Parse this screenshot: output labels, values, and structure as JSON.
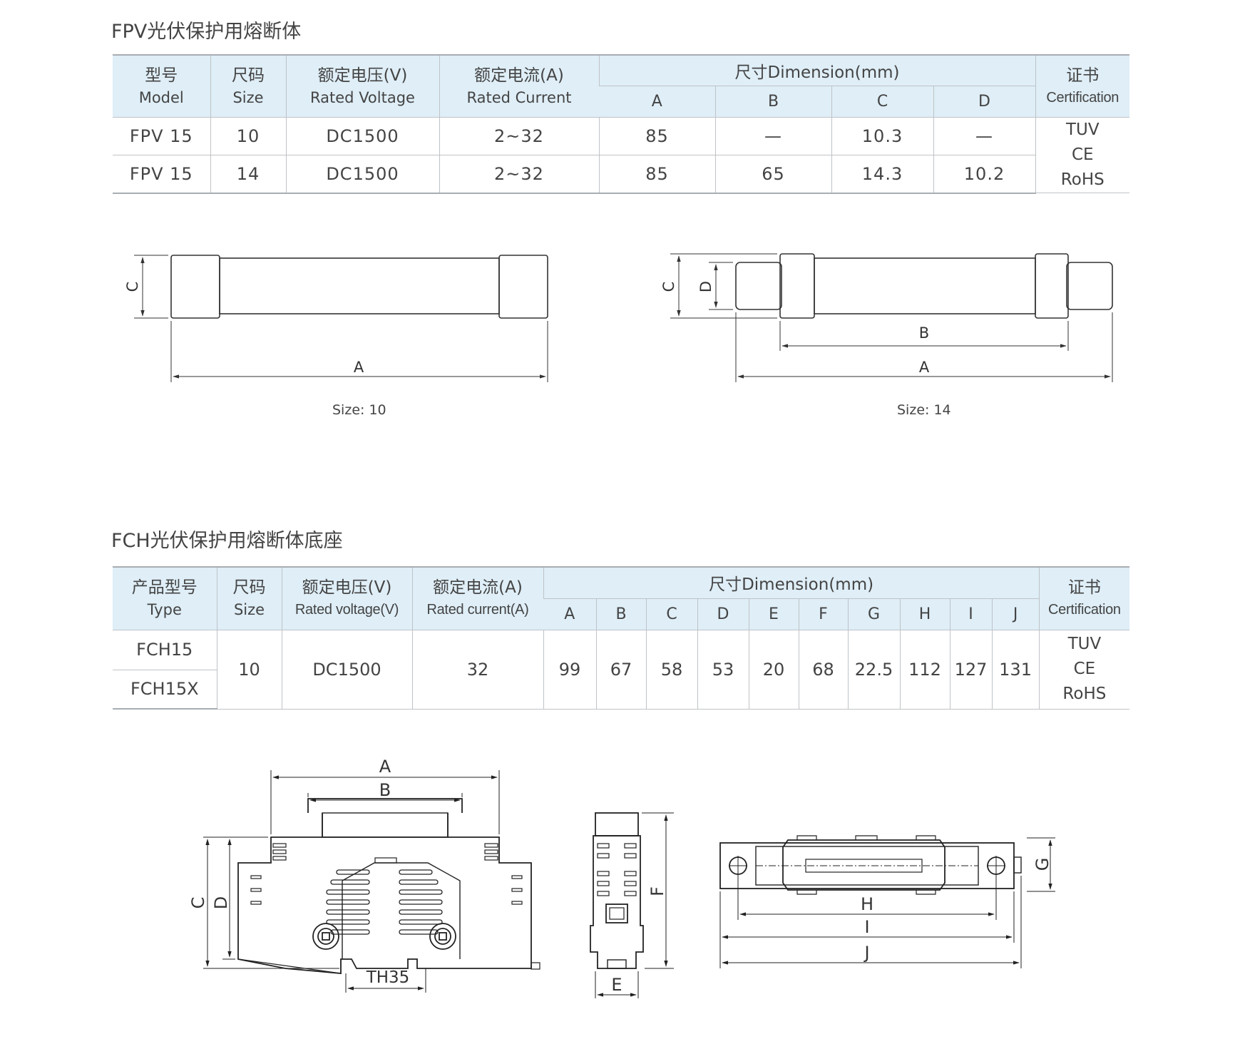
{
  "fpv": {
    "title": "FPV光伏保护用熔断体",
    "headers": {
      "model_cn": "型号",
      "model_en": "Model",
      "size_cn": "尺码",
      "size_en": "Size",
      "voltage_cn": "额定电压(V)",
      "voltage_en": "Rated Voltage",
      "current_cn": "额定电流(A)",
      "current_en": "Rated Current",
      "dimension": "尺寸Dimension(mm)",
      "dims": [
        "A",
        "B",
        "C",
        "D"
      ],
      "cert_cn": "证书",
      "cert_en": "Certification"
    },
    "rows": [
      {
        "model": "FPV 15",
        "size": "10",
        "voltage": "DC1500",
        "current": "2~32",
        "a": "85",
        "b": "—",
        "c": "10.3",
        "d": "—"
      },
      {
        "model": "FPV 15",
        "size": "14",
        "voltage": "DC1500",
        "current": "2~32",
        "a": "85",
        "b": "65",
        "c": "14.3",
        "d": "10.2"
      }
    ],
    "certifications": [
      "TUV",
      "CE",
      "RoHS"
    ],
    "drawings": {
      "size10": {
        "caption": "Size: 10",
        "labels": {
          "a": "A",
          "c": "C"
        }
      },
      "size14": {
        "caption": "Size: 14",
        "labels": {
          "a": "A",
          "b": "B",
          "c": "C",
          "d": "D"
        }
      }
    }
  },
  "fch": {
    "title": "FCH光伏保护用熔断体底座",
    "headers": {
      "type_cn": "产品型号",
      "type_en": "Type",
      "size_cn": "尺码",
      "size_en": "Size",
      "voltage_cn": "额定电压(V)",
      "voltage_en": "Rated voltage(V)",
      "current_cn": "额定电流(A)",
      "current_en": "Rated current(A)",
      "dimension": "尺寸Dimension(mm)",
      "dims": [
        "A",
        "B",
        "C",
        "D",
        "E",
        "F",
        "G",
        "H",
        "I",
        "J"
      ],
      "cert_cn": "证书",
      "cert_en": "Certification"
    },
    "types": [
      "FCH15",
      "FCH15X"
    ],
    "size": "10",
    "voltage": "DC1500",
    "current": "32",
    "dim_values": [
      "99",
      "67",
      "58",
      "53",
      "20",
      "68",
      "22.5",
      "112",
      "127",
      "131"
    ],
    "certifications": [
      "TUV",
      "CE",
      "RoHS"
    ],
    "drawings": {
      "front_labels": {
        "a": "A",
        "b": "B",
        "c": "C",
        "d": "D",
        "rail": "TH35"
      },
      "side_labels": {
        "e": "E",
        "f": "F"
      },
      "top_labels": {
        "g": "G",
        "h": "H",
        "i": "I",
        "j": "J"
      }
    }
  }
}
